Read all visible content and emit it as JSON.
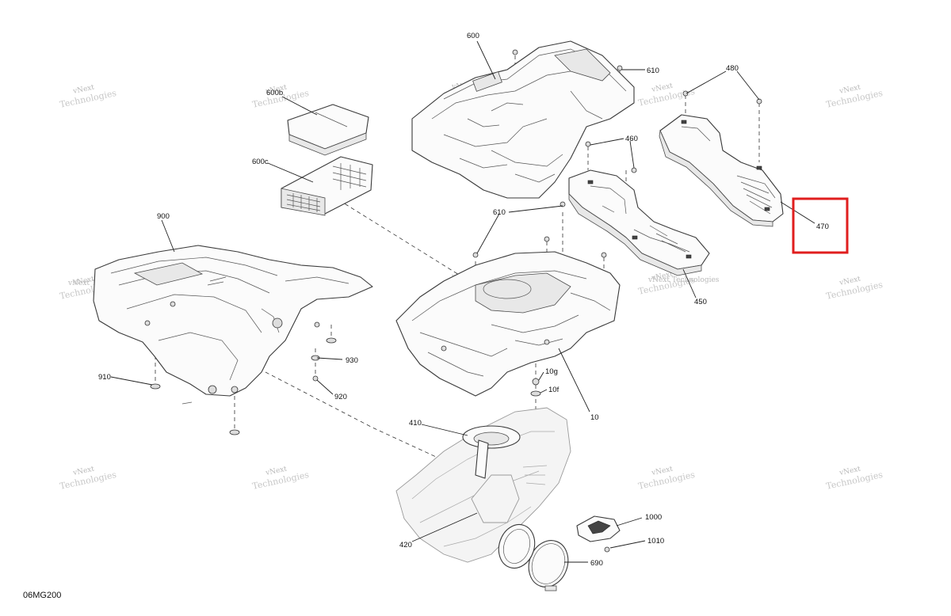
{
  "diagram_code": "06MG200",
  "watermark": {
    "line1": "vNext",
    "line2": "Technologies",
    "combined": "vNext Technologies"
  },
  "callouts": {
    "c600": "600",
    "c610a": "610",
    "c480": "480",
    "c600b": "600b",
    "c600c": "600c",
    "c460": "460",
    "c470": "470",
    "c610b": "610",
    "c900": "900",
    "c450": "450",
    "c930": "930",
    "c910": "910",
    "c920": "920",
    "c10g": "10g",
    "c10f": "10f",
    "c10": "10",
    "c410": "410",
    "c1000": "1000",
    "c1010": "1010",
    "c420": "420",
    "c690": "690"
  },
  "highlight": {
    "target": "470",
    "color": "#e01e1e"
  }
}
